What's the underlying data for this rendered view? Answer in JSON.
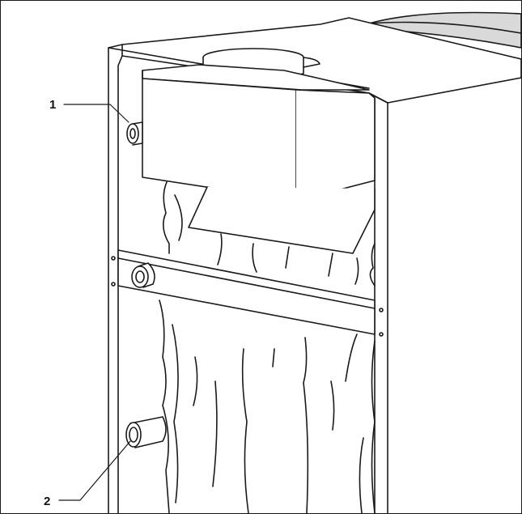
{
  "diagram": {
    "callouts": [
      {
        "id": "1",
        "text": "1",
        "part": "upper-connector"
      },
      {
        "id": "2",
        "text": "2",
        "part": "lower-connector"
      }
    ],
    "colors": {
      "line": "#1a1a1a",
      "fill": "#ffffff",
      "shade": "#d9d9d9"
    }
  }
}
